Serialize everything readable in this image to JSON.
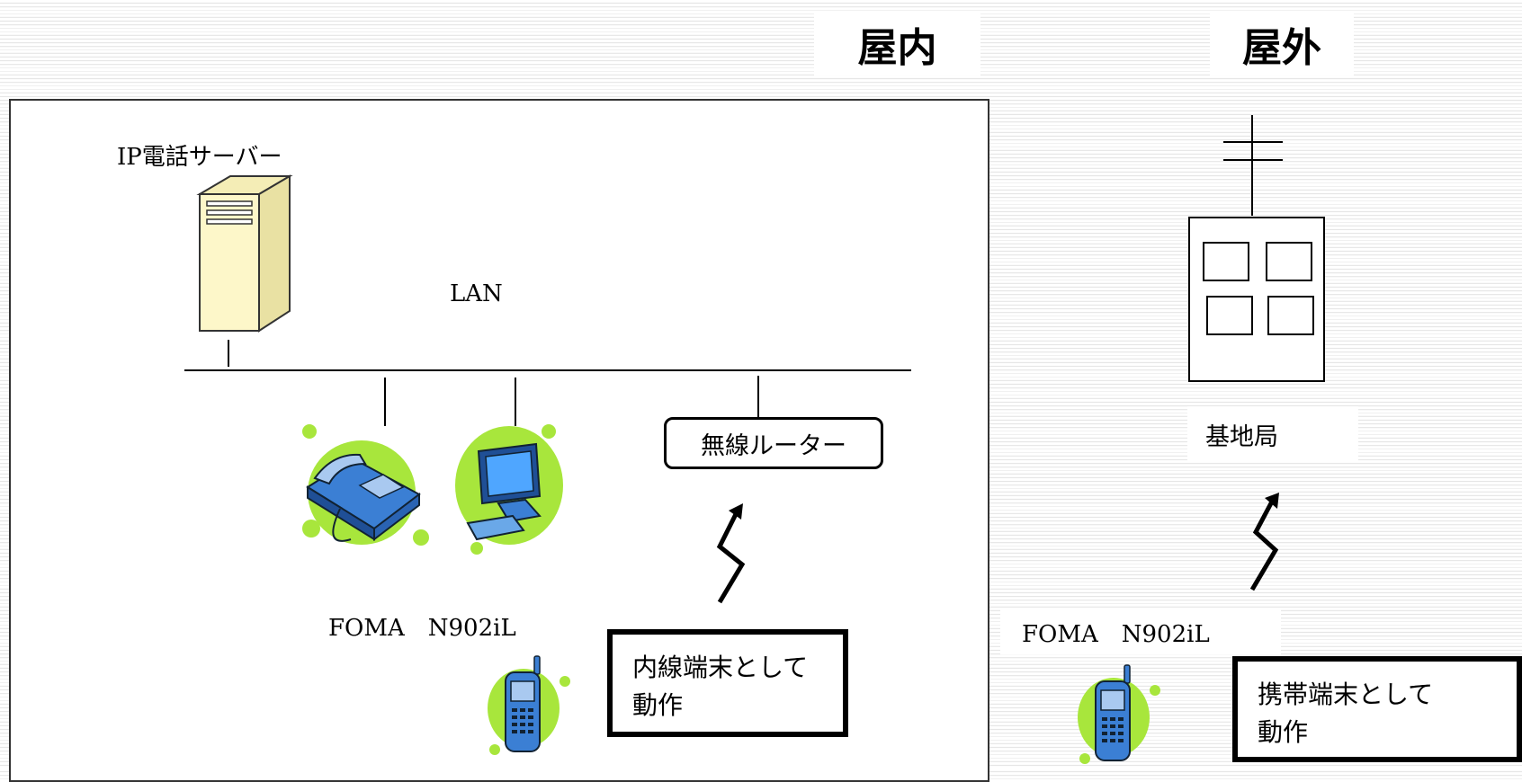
{
  "headings": {
    "indoor": "屋内",
    "outdoor": "屋外"
  },
  "indoor": {
    "server_label": "IP電話サーバー",
    "lan_label": "LAN",
    "router_label": "無線ルーター",
    "device_label": "FOMA　N902iL",
    "mode_line1": "内線端末として",
    "mode_line2": "動作"
  },
  "outdoor": {
    "base_station_label": "基地局",
    "device_label": "FOMA　N902iL",
    "mode_line1": "携帯端末として",
    "mode_line2": "動作"
  },
  "colors": {
    "splash_green": "#a8e63c",
    "phone_blue": "#3b7fd4",
    "server_cream": "#fdf7c9"
  }
}
